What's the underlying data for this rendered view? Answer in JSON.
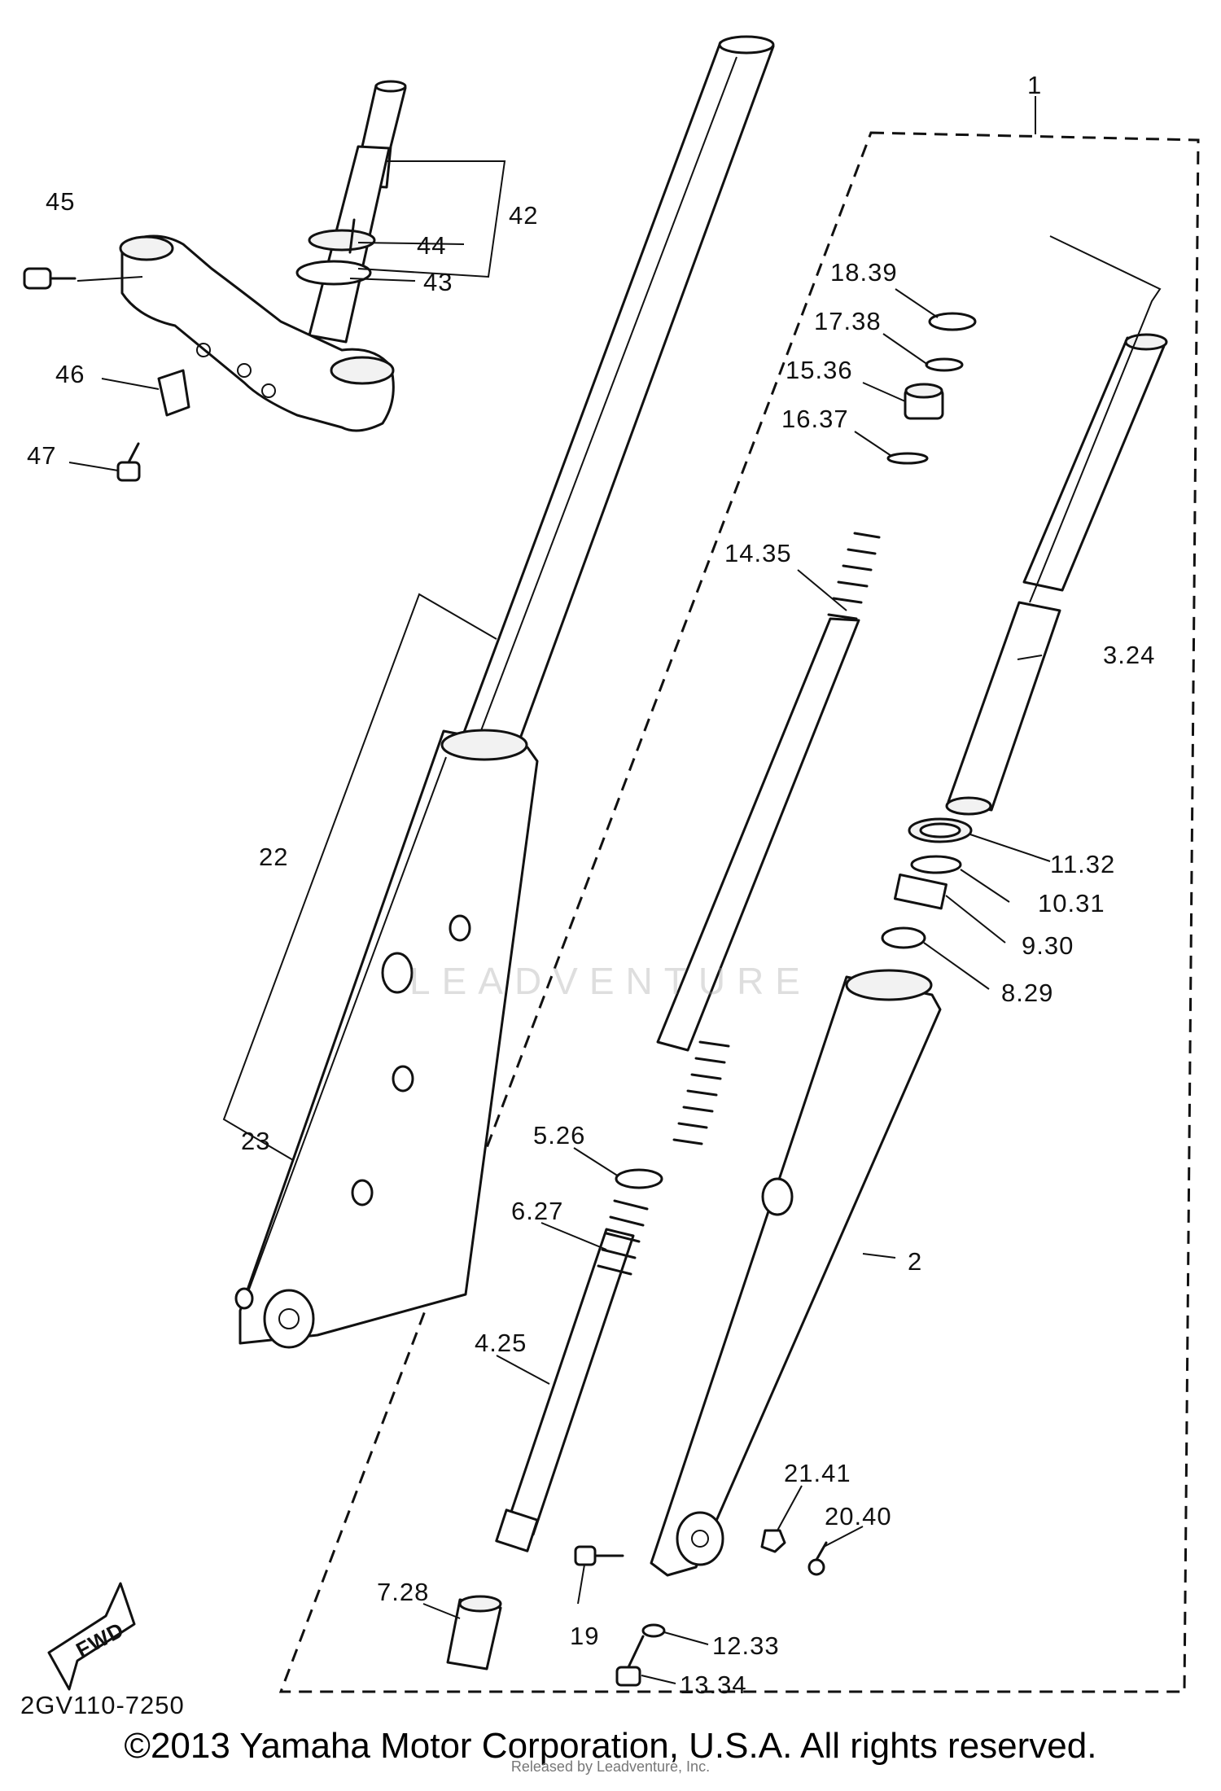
{
  "diagram_code": "2GV110-7250",
  "copyright": "©2013 Yamaha Motor Corporation, U.S.A. All rights reserved.",
  "released_by": "Released by Leadventure, Inc.",
  "watermark": "LEADVENTURE",
  "fwd_label": "FWD",
  "labels": {
    "l1": "1",
    "l2": "2",
    "l3_24": "3.24",
    "l4_25": "4.25",
    "l5_26": "5.26",
    "l6_27": "6.27",
    "l7_28": "7.28",
    "l8_29": "8.29",
    "l9_30": "9.30",
    "l10_31": "10.31",
    "l11_32": "11.32",
    "l12_33": "12.33",
    "l13_34": "13.34",
    "l14_35": "14.35",
    "l15_36": "15.36",
    "l16_37": "16.37",
    "l17_38": "17.38",
    "l18_39": "18.39",
    "l19": "19",
    "l20_40": "20.40",
    "l21_41": "21.41",
    "l22": "22",
    "l23": "23",
    "l42": "42",
    "l43": "43",
    "l44": "44",
    "l45": "45",
    "l46": "46",
    "l47": "47"
  }
}
